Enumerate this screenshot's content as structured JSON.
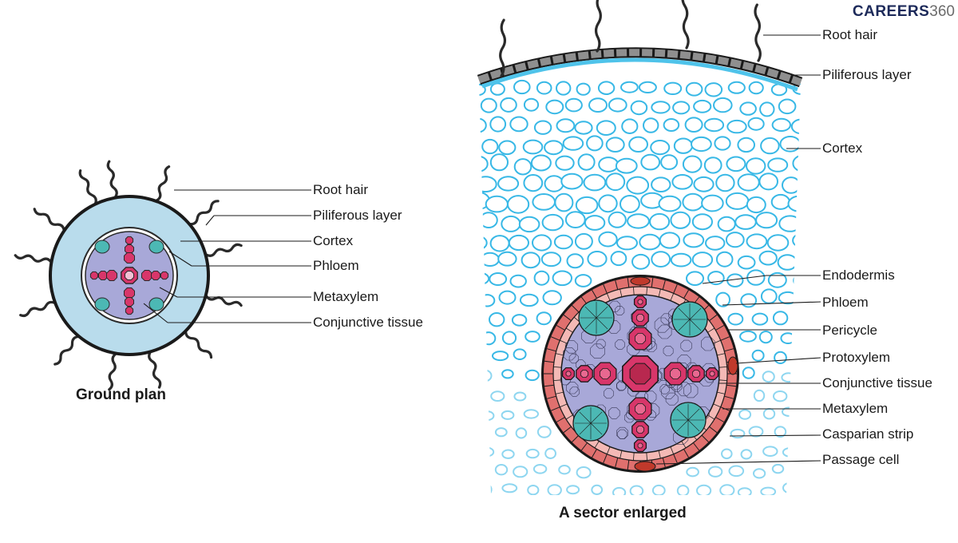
{
  "logo": {
    "brand": "CAREERS",
    "number": "360"
  },
  "ground_plan": {
    "caption": "Ground plan",
    "labels": [
      "Root hair",
      "Piliferous layer",
      "Cortex",
      "Phloem",
      "Metaxylem",
      "Conjunctive tissue"
    ]
  },
  "sector": {
    "caption": "A sector enlarged",
    "labels": [
      "Root hair",
      "Piliferous layer",
      "Cortex",
      "Endodermis",
      "Phloem",
      "Pericycle",
      "Protoxylem",
      "Conjunctive tissue",
      "Metaxylem",
      "Casparian strip",
      "Passage cell"
    ]
  },
  "colors": {
    "cortex_fill": "#b9dcec",
    "cortex_cells": "#38b8e6",
    "stele_fill": "#a8a8d8",
    "xylem": "#d8366a",
    "phloem": "#4cb8b4",
    "endodermis": "#e0706e",
    "pericycle": "#f4b9b5",
    "epidermis": "#8f8f8f"
  }
}
